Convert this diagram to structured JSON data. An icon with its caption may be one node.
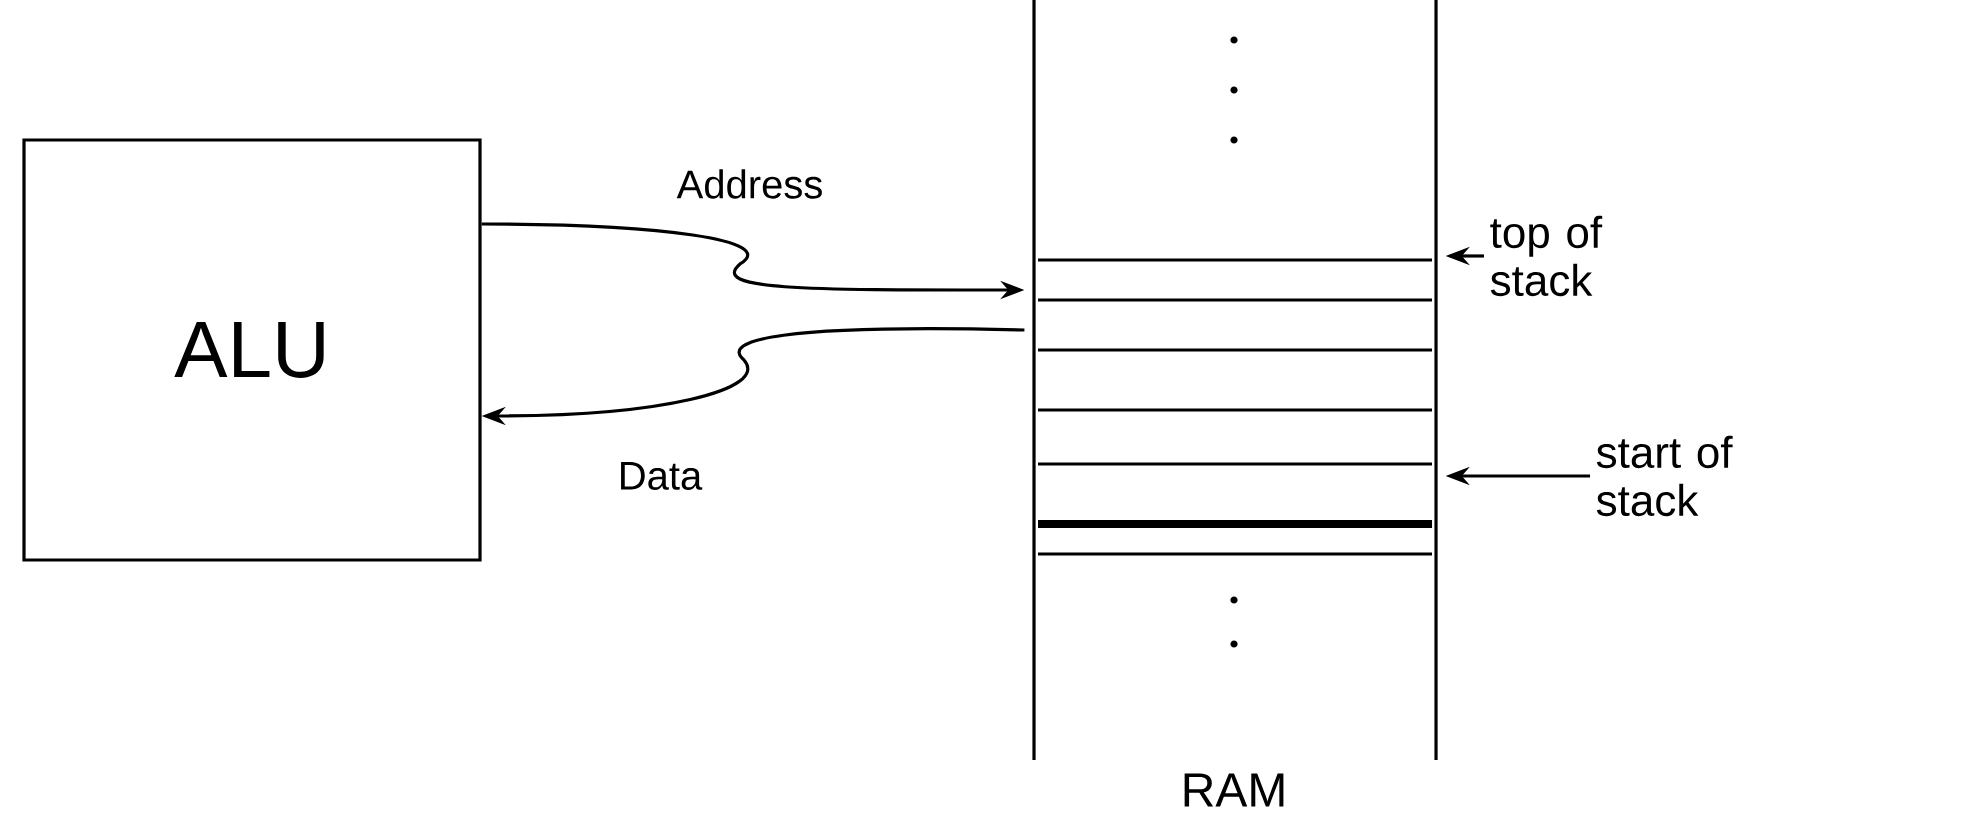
{
  "diagram": {
    "nodes": [
      {
        "text": [
          "ALU"
        ]
      },
      {
        "text": [
          "RAM"
        ]
      },
      {
        "text": [
          "top of stack"
        ]
      },
      {
        "text": [
          "start of stack"
        ]
      }
    ],
    "edges": [
      {
        "from": 0,
        "to": 1,
        "arrow": "to",
        "label": "Address"
      },
      {
        "from": 1,
        "to": 0,
        "arrow": "to",
        "label": "Data"
      },
      {
        "from": 2,
        "to": 1,
        "arrow": "to"
      },
      {
        "from": 3,
        "to": 1,
        "arrow": "to"
      }
    ]
  }
}
